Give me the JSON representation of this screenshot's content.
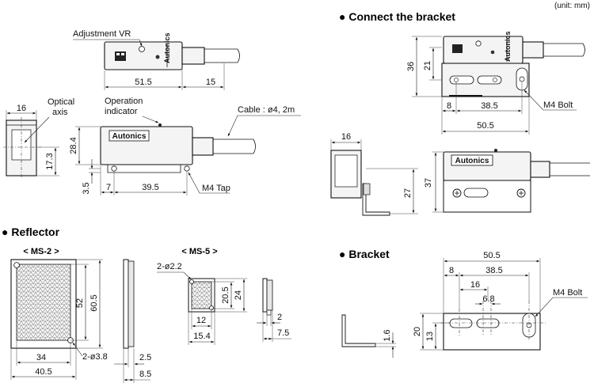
{
  "unit_note": "(unit: mm)",
  "headings": {
    "connect_bracket": "● Connect the bracket",
    "reflector": "● Reflector",
    "bracket": "● Bracket"
  },
  "reflector_models": {
    "ms2": "< MS-2 >",
    "ms5": "< MS-5 >"
  },
  "callouts": {
    "adjustment_vr": "Adjustment VR",
    "optical_axis_line1": "Optical",
    "optical_axis_line2": "axis",
    "operation_indicator_line1": "Operation",
    "operation_indicator_line2": "indicator",
    "cable": "Cable : ø4, 2m",
    "m4_tap": "M4 Tap",
    "m4_bolt_connect": "M4 Bolt",
    "m4_bolt_bracket": "M4 Bolt",
    "ms2_holes": "2-ø3.8",
    "ms5_holes": "2-ø2.2"
  },
  "brand": "Autonics",
  "dimensions": {
    "sensor": {
      "length": "51.5",
      "cable_relief": "15",
      "width": "16",
      "axis_height": "17.3",
      "height": "28.4",
      "tap_offset": "7",
      "tap_pitch": "39.5",
      "tap_height": "3.5"
    },
    "connect": {
      "height": "36",
      "mount_height": "21",
      "edge": "8",
      "hole_pitch": "38.5",
      "overall": "50.5",
      "side_width": "16",
      "side_height": "27",
      "front_height": "37"
    },
    "ms2": {
      "inner_height": "52",
      "outer_height": "60.5",
      "inner_width": "34",
      "outer_width": "40.5",
      "thin": "2.5",
      "thick": "8.5"
    },
    "ms5": {
      "inner_height": "20.5",
      "outer_height": "24",
      "inner_width": "12",
      "outer_width": "15.4",
      "thin": "2",
      "thick": "7.5"
    },
    "bracket": {
      "overall": "50.5",
      "edge": "8",
      "hole_pitch": "38.5",
      "slot_pitch": "16",
      "slot_width": "6.8",
      "thickness": "1.6",
      "height": "20",
      "hole_height": "13"
    }
  }
}
